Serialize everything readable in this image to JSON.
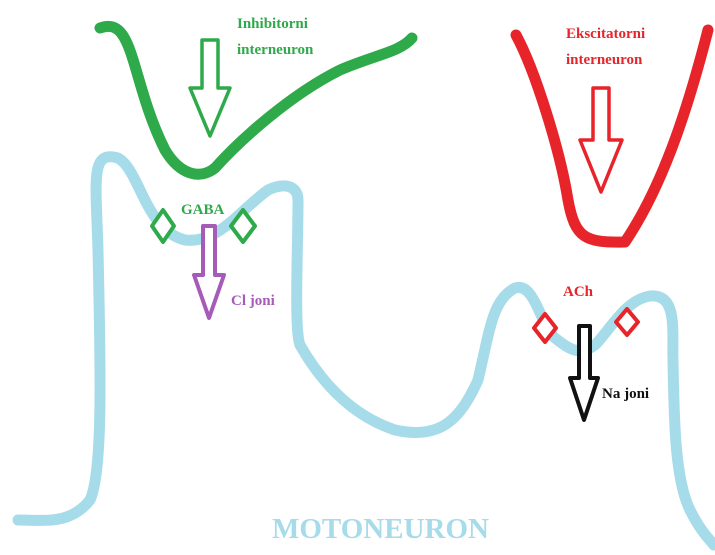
{
  "labels": {
    "inhibitory_line1": "Inhibitorni",
    "inhibitory_line2": "interneuron",
    "excitatory_line1": "Ekscitatorni",
    "excitatory_line2": "interneuron",
    "gaba": "GABA",
    "cl_ions": "Cl joni",
    "ach": "ACh",
    "na_ions": "Na joni",
    "motoneuron": "MOTONEURON"
  },
  "colors": {
    "inhibitory": "#2eaa4a",
    "excitatory": "#e8242b",
    "motoneuron": "#a6dbea",
    "cl_arrow": "#a65bb8",
    "na_arrow": "#111111",
    "background": "#ffffff"
  },
  "icons": {
    "inhibitory_release_arrow": "hollow-down-arrow",
    "excitatory_release_arrow": "hollow-down-arrow",
    "receptor": "diamond-outline"
  }
}
